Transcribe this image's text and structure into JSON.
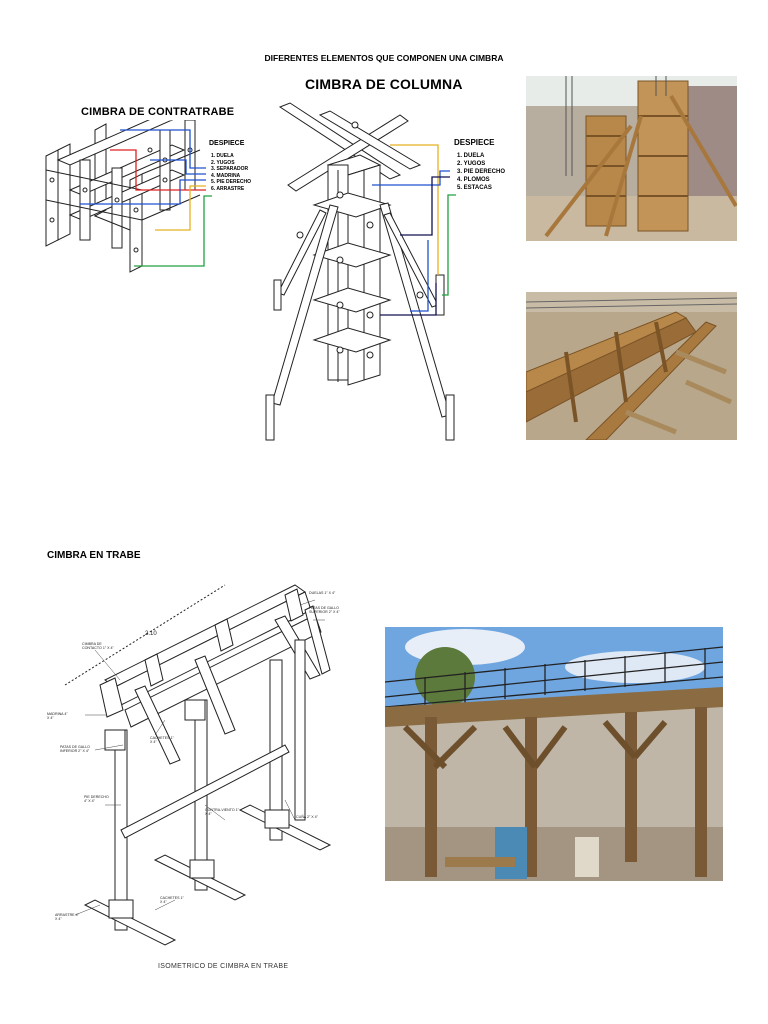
{
  "page": {
    "title": "DIFERENTES ELEMENTOS QUE COMPONEN UNA CIMBRA"
  },
  "contratrabe": {
    "title": "CIMBRA DE CONTRATRABE",
    "despiece_title": "DESPIECE",
    "items": [
      "1. DUELA",
      "2. YUGOS",
      "3. SEPARADOR",
      "4. MADRINA",
      "5. PIE DERECHO",
      "6. ARRASTRE"
    ],
    "leader_colors": [
      "#e02020",
      "#2050d0",
      "#2050d0",
      "#2050d0",
      "#e8b020",
      "#20a040"
    ]
  },
  "columna": {
    "title": "CIMBRA DE COLUMNA",
    "despiece_title": "DESPIECE",
    "items": [
      "1. DUELA",
      "2. YUGOS",
      "3. PIE DERECHO",
      "4. PLOMOS",
      "5. ESTACAS"
    ],
    "leader_colors": [
      "#e8b020",
      "#2050d0",
      "#101050",
      "#20a040",
      "#e8b020"
    ]
  },
  "trabe": {
    "section_title": "CIMBRA EN TRABE",
    "dimension": "2.10",
    "labels": {
      "duelas": "DUELAS 1\" X 4\"",
      "patas_gallo_superior": "PATAS DE GALLO SUPERIOR 2\" X 4\"",
      "cimbra_contacto": "CIMBRA DE CONTACTO 1\" X 4\"",
      "madrina": "MADRINA 4\" X 4\"",
      "patas_gallo_inferior": "PATAS DE GALLO INFERIOR 2\" X 4\"",
      "cachetes_top": "CACHETES 1\" X 4\"",
      "pie_derecho": "PIE DERECHO 4\" X 4\"",
      "contra_viento": "CONTRA-VIENTO 1\" X 4\"",
      "cuna": "CUÑA 2\" X 4\"",
      "cachetes_bottom": "CACHETES 1\" X 4\"",
      "arrastre": "ARRASTRE 4\" X 4\""
    },
    "caption": "ISOMETRICO DE CIMBRA EN TRABE"
  },
  "colors": {
    "wood": "#b8884a",
    "wood_dark": "#7a5326",
    "soil": "#b9a78c",
    "sky": "#6fa6e0",
    "wall": "#bfb6a8"
  }
}
